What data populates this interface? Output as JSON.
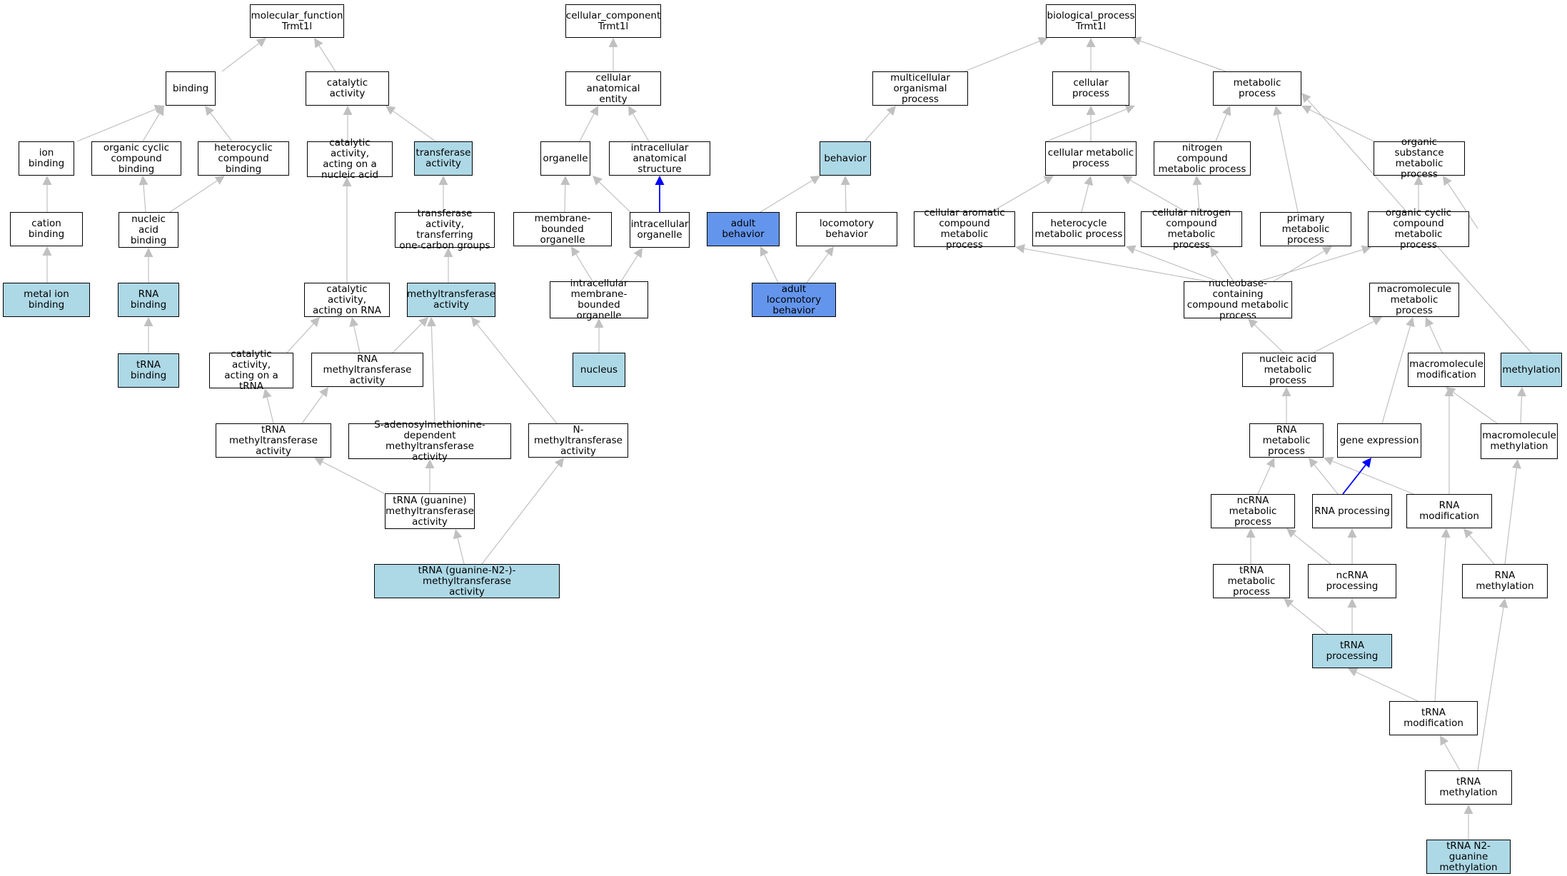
{
  "colors": {
    "highlight": "#add8e6",
    "highlight_strong": "#6495ed",
    "edge": "#c0c0c0",
    "edge_special": "#0000ff"
  },
  "nodes": {
    "mf_root": "molecular_function\nTrmt1l",
    "binding": "binding",
    "catalytic": "catalytic activity",
    "ion_binding": "ion binding",
    "org_cyclic_binding": "organic cyclic\ncompound binding",
    "hetero_binding": "heterocyclic\ncompound binding",
    "cat_nucleic": "catalytic activity,\nacting on a\nnucleic acid",
    "transferase": "transferase\nactivity",
    "cation_binding": "cation binding",
    "nucleic_binding": "nucleic acid\nbinding",
    "transf_onecarbon": "transferase\nactivity, transferring\none-carbon groups",
    "metal_ion_binding": "metal ion binding",
    "rna_binding": "RNA binding",
    "cat_rna": "catalytic activity,\nacting on RNA",
    "methyltransferase": "methyltransferase\nactivity",
    "trna_binding": "tRNA binding",
    "cat_trna": "catalytic activity,\nacting on a\ntRNA",
    "rna_mtase": "RNA methyltransferase\nactivity",
    "trna_mtase": "tRNA methyltransferase\nactivity",
    "sam_mtase": "S-adenosylmethionine-dependent\nmethyltransferase\nactivity",
    "n_mtase": "N-methyltransferase\nactivity",
    "trna_guan_mtase": "tRNA (guanine)\nmethyltransferase\nactivity",
    "trna_guan_n2": "tRNA (guanine-N2-)-methyltransferase\nactivity",
    "cc_root": "cellular_component\nTrmt1l",
    "cell_anat": "cellular anatomical\nentity",
    "organelle": "organelle",
    "intra_anat": "intracellular\nanatomical structure",
    "membrane_org": "membrane-bounded\norganelle",
    "intra_org": "intracellular\norganelle",
    "intra_mem_org": "intracellular\nmembrane-bounded\norganelle",
    "nucleus": "nucleus",
    "bp_root": "biological_process\nTrmt1l",
    "multicellular": "multicellular\norganismal process",
    "cellular_process": "cellular process",
    "metabolic": "metabolic process",
    "behavior": "behavior",
    "cell_metab": "cellular metabolic\nprocess",
    "nitrogen_metab": "nitrogen compound\nmetabolic process",
    "org_sub_metab": "organic substance\nmetabolic process",
    "adult_behavior": "adult behavior",
    "locomotory": "locomotory behavior",
    "cell_arom": "cellular aromatic\ncompound metabolic\nprocess",
    "hetero_metab": "heterocycle\nmetabolic process",
    "cell_nitro": "cellular nitrogen\ncompound metabolic\nprocess",
    "primary_metab": "primary metabolic\nprocess",
    "org_cyclic_metab": "organic cyclic\ncompound metabolic\nprocess",
    "adult_loco": "adult locomotory\nbehavior",
    "nucleobase": "nucleobase-containing\ncompound metabolic\nprocess",
    "macromol_metab": "macromolecule\nmetabolic process",
    "nucleic_metab": "nucleic acid\nmetabolic process",
    "macromol_mod": "macromolecule\nmodification",
    "methylation": "methylation",
    "rna_metab": "RNA metabolic\nprocess",
    "gene_expr": "gene expression",
    "macromol_meth": "macromolecule\nmethylation",
    "ncrna_metab": "ncRNA metabolic\nprocess",
    "rna_processing": "RNA processing",
    "rna_mod": "RNA modification",
    "trna_metab": "tRNA metabolic\nprocess",
    "ncrna_proc": "ncRNA processing",
    "rna_meth": "RNA methylation",
    "trna_proc": "tRNA processing",
    "trna_mod": "tRNA modification",
    "trna_meth": "tRNA methylation",
    "trna_n2": "tRNA N2-guanine\nmethylation"
  }
}
